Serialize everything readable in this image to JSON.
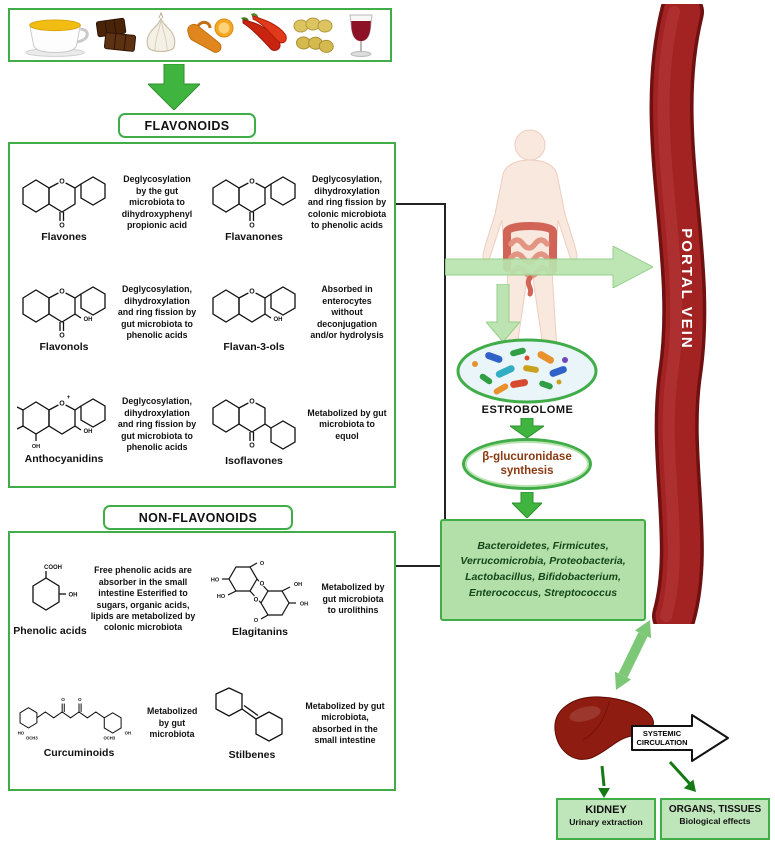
{
  "top": {
    "food_icons": [
      "green-tea",
      "chocolate",
      "garlic",
      "turmeric",
      "chili-peppers",
      "soybeans",
      "red-wine"
    ]
  },
  "sections": {
    "flavonoids_title": "FLAVONOIDS",
    "non_flavonoids_title": "NON-FLAVONOIDS"
  },
  "flavonoids": [
    {
      "name": "Flavones",
      "description": "Deglycosylation by the gut microbiota to dihydroxyphenyl propionic acid"
    },
    {
      "name": "Flavanones",
      "description": "Deglycosylation, dihydroxylation and ring fission by colonic microbiota to phenolic acids"
    },
    {
      "name": "Flavonols",
      "description": "Deglycosylation, dihydroxylation and ring fission by gut microbiota to phenolic acids"
    },
    {
      "name": "Flavan-3-ols",
      "description": "Absorbed in enterocytes without deconjugation and/or hydrolysis"
    },
    {
      "name": "Anthocyanidins",
      "description": "Deglycosylation, dihydroxylation and ring fission by gut microbiota to phenolic acids"
    },
    {
      "name": "Isoflavones",
      "description": "Metabolized by gut microbiota to equol"
    }
  ],
  "non_flavonoids": [
    {
      "name": "Phenolic acids",
      "description": "Free phenolic acids are absorber in the small intestine Esterified to sugars, organic acids, lipids are metabolized by colonic microbiota"
    },
    {
      "name": "Elagitanins",
      "description": "Metabolized by gut microbiota to urolithins"
    },
    {
      "name": "Curcuminoids",
      "description": "Metabolized by gut microbiota"
    },
    {
      "name": "Stilbenes",
      "description": "Metabolized by gut microbiota, absorbed in the small intestine"
    }
  ],
  "pathway": {
    "estrobolome_label": "ESTROBOLOME",
    "enzyme_label_line1": "β-glucuronidase",
    "enzyme_label_line2": "synthesis",
    "bacteria_list": "Bacteroidetes, Firmicutes, Verrucomicrobia, Proteobacteria, Lactobacillus, Bifidobacterium, Enterococcus, Streptococcus",
    "portal_vein_label": "PORTAL VEIN",
    "systemic_circulation_line1": "SYSTEMIC",
    "systemic_circulation_line2": "CIRCULATION"
  },
  "outcomes": {
    "kidney_title": "KIDNEY",
    "kidney_subtitle": "Urinary extraction",
    "organs_title": "ORGANS, TISSUES",
    "organs_subtitle": "Biological effects"
  },
  "colors": {
    "green_border": "#41ad49",
    "green_arrow": "#3fb43f",
    "light_green_arrow": "#b9e3ae",
    "green_box_fill": "#b3e0a8",
    "dark_green_text": "#14471a",
    "portal_vein_red": "#a32323",
    "liver_red": "#8e1c10",
    "enzyme_text": "#8a3a10"
  }
}
